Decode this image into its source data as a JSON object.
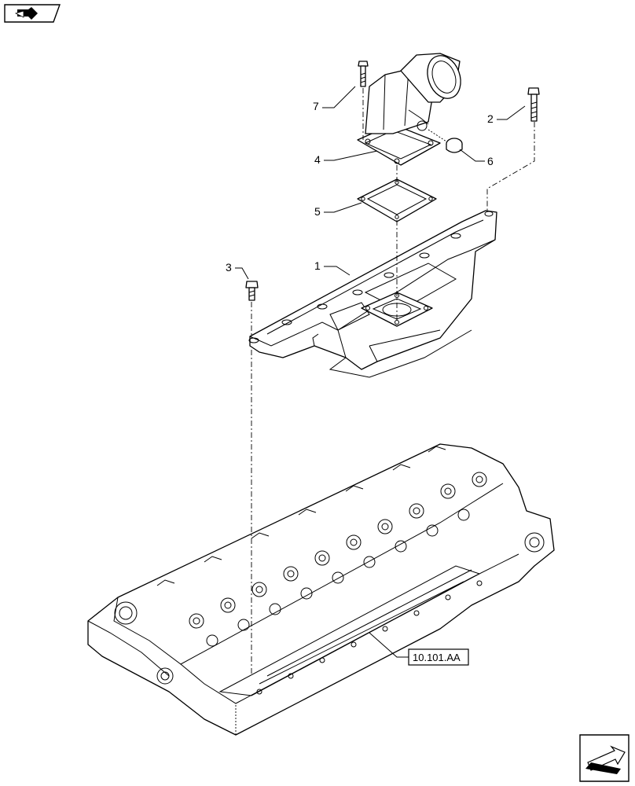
{
  "diagram": {
    "callouts": [
      {
        "id": "1",
        "label": "1"
      },
      {
        "id": "2",
        "label": "2"
      },
      {
        "id": "3",
        "label": "3"
      },
      {
        "id": "4",
        "label": "4"
      },
      {
        "id": "5",
        "label": "5"
      },
      {
        "id": "6",
        "label": "6"
      },
      {
        "id": "7",
        "label": "7"
      }
    ],
    "reference": "10.101.AA",
    "icons": {
      "top_left": "book-arrow-icon",
      "bottom_right": "next-page-arrow-icon"
    }
  }
}
